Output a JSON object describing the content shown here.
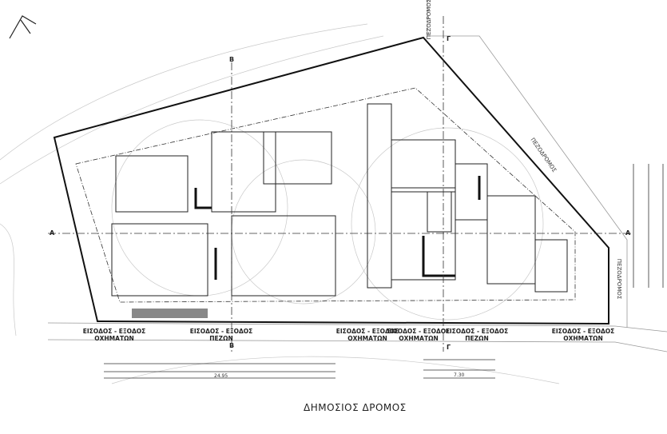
{
  "title": "ΔΗΜΟΣΙΟΣ ΔΡΟΜΟΣ",
  "entrances": [
    {
      "line1": "ΕΙΣΟΔΟΣ - ΕΞΟΔΟΣ",
      "line2": "ΟΧΗΜΑΤΩΝ"
    },
    {
      "line1": "ΕΙΣΟΔΟΣ - ΕΞΟΔΟΣ",
      "line2": "ΠΕΖΩΝ"
    },
    {
      "line1": "ΕΙΣΟΔΟΣ - ΕΞΟΔΟΣ",
      "line2": "ΟΧΗΜΑΤΩΝ"
    },
    {
      "line1": "ΕΙΣΟΔΟΣ - ΕΞΟΔΟΣ",
      "line2": "ΟΧΗΜΑΤΩΝ"
    },
    {
      "line1": "ΕΙΣΟΔΟΣ - ΕΞΟΔΟΣ",
      "line2": "ΠΕΖΩΝ"
    },
    {
      "line1": "ΕΙΣΟΔΟΣ - ΕΞΟΔΟΣ",
      "line2": "ΟΧΗΜΑΤΩΝ"
    }
  ],
  "sidewalks": {
    "top": "ΠΕΖΟΔΡΟΜΟΣ",
    "diagonal": "ΠΕΖΟΔΡΟΜΟΣ",
    "right": "ΠΕΖΟΔΡΟΜΟΣ"
  },
  "section_markers": {
    "a": "Α",
    "b": "Β",
    "g": "Γ"
  },
  "dimensions": {
    "left_total": "24.95",
    "right_total": "7.30"
  },
  "colors": {
    "line": "#222222",
    "faint": "#bbbbbb"
  }
}
